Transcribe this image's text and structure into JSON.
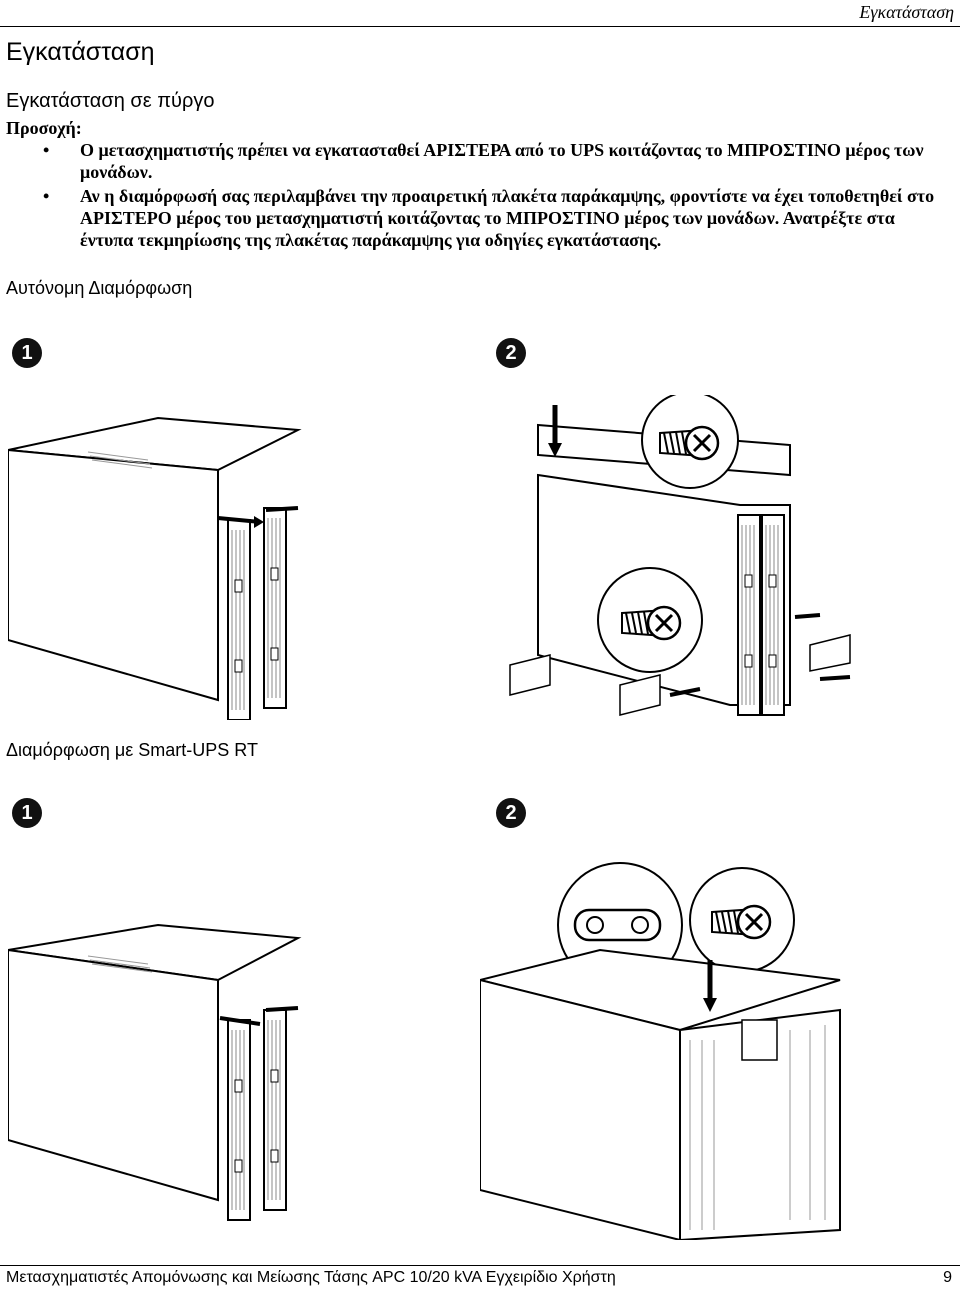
{
  "header": {
    "running_title": "Εγκατάσταση"
  },
  "section_title": "Εγκατάσταση",
  "subsection_title": "Εγκατάσταση σε πύργο",
  "caution": {
    "label": "Προσοχή:",
    "items": [
      "Ο μετασχηματιστής πρέπει να εγκατασταθεί ΑΡΙΣΤΕΡΑ από το UPS κοιτάζοντας το ΜΠΡΟΣΤΙΝΟ μέρος των μονάδων.",
      "Αν η διαμόρφωσή σας περιλαμβάνει την προαιρετική πλακέτα παράκαμψης, φροντίστε να έχει τοποθετηθεί στο ΑΡΙΣΤΕΡΟ μέρος του μετασχηματιστή κοιτάζοντας το ΜΠΡΟΣΤΙΝΟ μέρος των μονάδων. Ανατρέξτε στα έντυπα τεκμηρίωσης της πλακέτας παράκαμψης για οδηγίες εγκατάστασης."
    ]
  },
  "configs": [
    {
      "title": "Αυτόνομη Διαμόρφωση",
      "steps": [
        "1",
        "2"
      ]
    },
    {
      "title": "Διαμόρφωση με Smart-UPS RT",
      "steps": [
        "1",
        "2"
      ]
    }
  ],
  "footer": {
    "title": "Μετασχηματιστές Απομόνωσης και Μείωσης Τάσης APC 10/20 kVA  Εγχειρίδιο Χρήστη",
    "page": "9"
  }
}
